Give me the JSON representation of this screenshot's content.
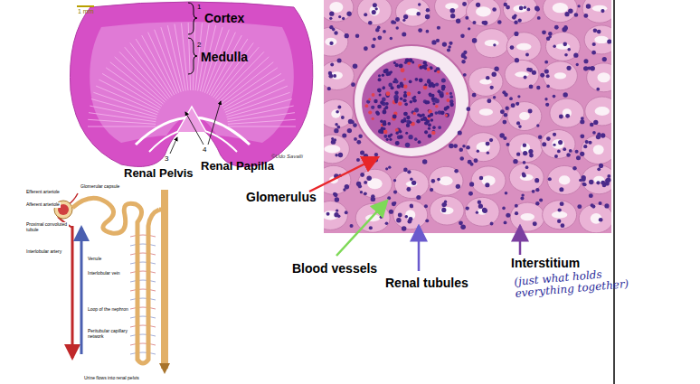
{
  "diagram": {
    "labels": [
      "1 mm",
      "1",
      "Cortex",
      "2",
      "Medulla",
      "3",
      "4",
      "Renal Pelvis",
      "Renal Papilla",
      "©Udo Savalli",
      "Glomerular capsule",
      "Efferent arteriole",
      "Afferent arteriole",
      "Proximal convoluted tubule",
      "Interlobular artery",
      "Venule",
      "Interlobular vein",
      "Loop of the nephron",
      "Peritubular capillary network",
      "Urine flows into renal pelvis",
      "Glomerulus",
      "Blood vessels",
      "Renal tubules",
      "Interstitium",
      "(just what holds everything together)"
    ]
  }
}
